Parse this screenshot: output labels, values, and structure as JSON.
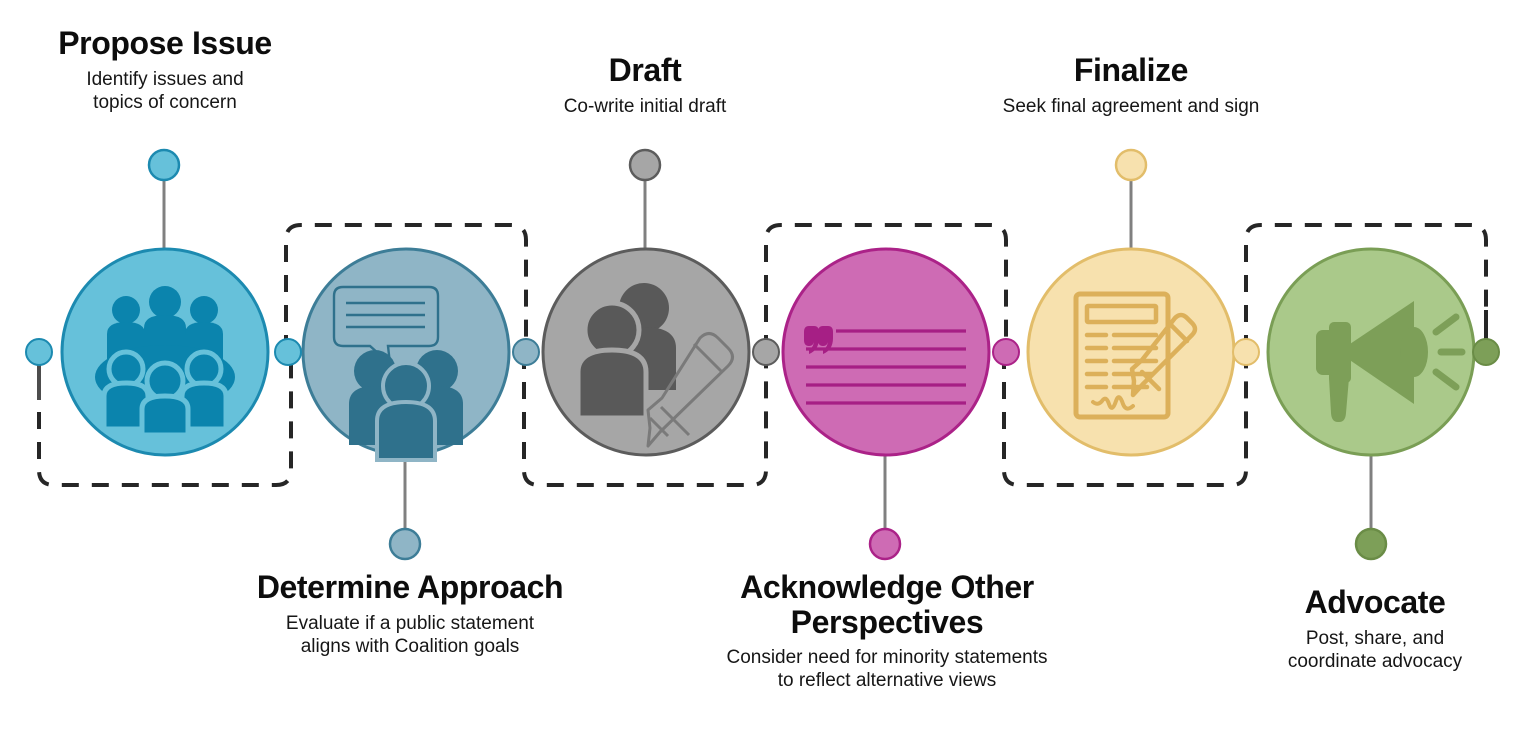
{
  "diagram": {
    "type": "process-flow",
    "orientation": "horizontal",
    "background_color": "#ffffff",
    "step_count": 6,
    "connector_line_color": "#808080",
    "bracket_color": "#262626",
    "bracket_style": "dashed"
  },
  "steps": [
    {
      "index": 1,
      "title": "Propose Issue",
      "description": "Identify issues and\ntopics of concern",
      "label_position": "top",
      "icon": "meeting-table-icon",
      "circle_fill": "#66c1da",
      "circle_stroke": "#1c8ab0",
      "icon_color": "#0b84ad",
      "dot_fill": "#66c1da",
      "dot_stroke": "#1c8ab0",
      "bracket_shape": "open-top"
    },
    {
      "index": 2,
      "title": "Determine Approach",
      "description": "Evaluate if a public statement\naligns with Coalition goals",
      "label_position": "bottom",
      "icon": "speech-bubble-group-icon",
      "circle_fill": "#8fb5c6",
      "circle_stroke": "#3d7d97",
      "icon_color": "#2f718c",
      "dot_fill": "#8fb5c6",
      "dot_stroke": "#3d7d97",
      "bracket_shape": "open-bottom"
    },
    {
      "index": 3,
      "title": "Draft",
      "description": "Co-write initial draft",
      "label_position": "top",
      "icon": "people-pencil-icon",
      "circle_fill": "#a6a6a6",
      "circle_stroke": "#5c5c5c",
      "icon_color": "#595959",
      "dot_fill": "#a6a6a6",
      "dot_stroke": "#5c5c5c",
      "bracket_shape": "open-top"
    },
    {
      "index": 4,
      "title": "Acknowledge Other Perspectives",
      "description": "Consider need for minority statements\nto reflect alternative views",
      "label_position": "bottom",
      "icon": "quote-lines-icon",
      "circle_fill": "#ce6bb4",
      "circle_stroke": "#ab2288",
      "icon_color": "#a61f85",
      "dot_fill": "#ce6bb4",
      "dot_stroke": "#ab2288",
      "bracket_shape": "open-bottom"
    },
    {
      "index": 5,
      "title": "Finalize",
      "description": "Seek final agreement and sign",
      "label_position": "top",
      "icon": "signed-contract-icon",
      "circle_fill": "#f7e1ae",
      "circle_stroke": "#e2bd6a",
      "icon_color": "#dcb05a",
      "dot_fill": "#f7e1ae",
      "dot_stroke": "#e2bd6a",
      "bracket_shape": "open-top"
    },
    {
      "index": 6,
      "title": "Advocate",
      "description": "Post, share, and\ncoordinate advocacy",
      "label_position": "bottom",
      "icon": "megaphone-icon",
      "circle_fill": "#aac98a",
      "circle_stroke": "#7a9e55",
      "icon_color": "#7d9f58",
      "dot_fill": "#7d9f58",
      "dot_stroke": "#6a8c46",
      "bracket_shape": "open-bottom"
    }
  ],
  "endpoints": {
    "left_dot_fill": "#66c1da",
    "left_dot_stroke": "#1c8ab0",
    "right_dot_fill": "#7d9f58",
    "right_dot_stroke": "#6a8c46"
  }
}
